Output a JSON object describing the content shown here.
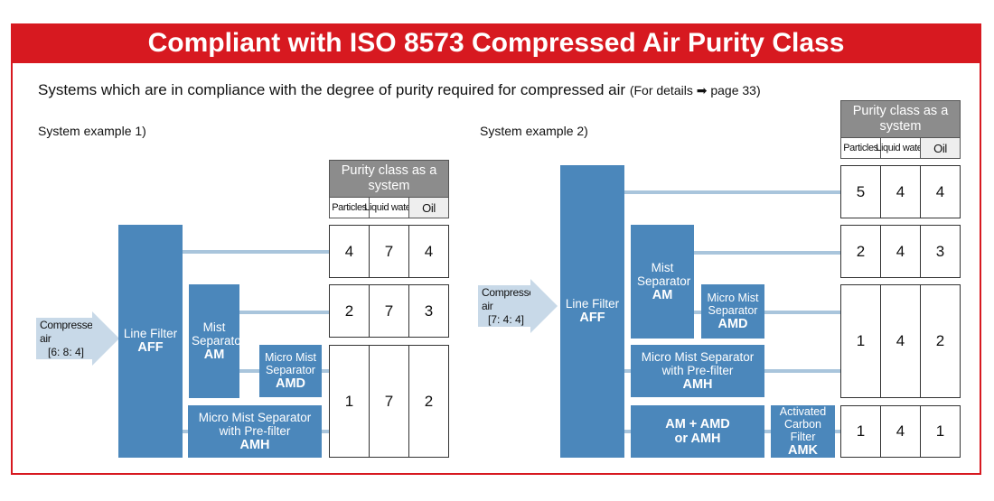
{
  "title": "Compliant with ISO 8573 Compressed Air Purity Class",
  "subtitle": {
    "main": "Systems which are in compliance with the degree of purity required for compressed air",
    "details": "(For details ➡ page 33)"
  },
  "colors": {
    "brand_red": "#d71920",
    "box_blue": "#4b87bb",
    "connector": "#a9c5dc",
    "arrow": "#c8d9e8",
    "header_gray": "#8c8c8c"
  },
  "purity_header": {
    "title": "Purity class as a system",
    "columns": [
      "Particles",
      "Liquid water",
      "Oil"
    ]
  },
  "example1": {
    "label": "System example 1)",
    "input": {
      "line1": "Compressed air",
      "line2": "[6: 8: 4]"
    },
    "line_filter": {
      "name": "Line Filter",
      "code": "AFF"
    },
    "am": {
      "name": "Mist Separator",
      "code": "AM"
    },
    "amd": {
      "name": "Micro Mist Separator",
      "code": "AMD"
    },
    "amh": {
      "name": "Micro Mist Separator with Pre-filter",
      "code": "AMH"
    },
    "rows": [
      {
        "particles": "4",
        "water": "7",
        "oil": "4"
      },
      {
        "particles": "2",
        "water": "7",
        "oil": "3"
      },
      {
        "particles": "1",
        "water": "7",
        "oil": "2"
      }
    ]
  },
  "example2": {
    "label": "System example 2)",
    "input": {
      "line1": "Compressed air",
      "line2": "[7: 4: 4]"
    },
    "line_filter": {
      "name": "Line Filter",
      "code": "AFF"
    },
    "am": {
      "name": "Mist Separator",
      "code": "AM"
    },
    "amd": {
      "name": "Micro Mist Separator",
      "code": "AMD"
    },
    "amh": {
      "name": "Micro Mist Separator with Pre-filter",
      "code": "AMH"
    },
    "combo": {
      "line1": "AM + AMD",
      "line2": "or AMH"
    },
    "amk": {
      "name": "Activated Carbon Filter",
      "code": "AMK"
    },
    "rows": [
      {
        "particles": "5",
        "water": "4",
        "oil": "4"
      },
      {
        "particles": "2",
        "water": "4",
        "oil": "3"
      },
      {
        "particles": "1",
        "water": "4",
        "oil": "2"
      },
      {
        "particles": "1",
        "water": "4",
        "oil": "1"
      }
    ]
  }
}
